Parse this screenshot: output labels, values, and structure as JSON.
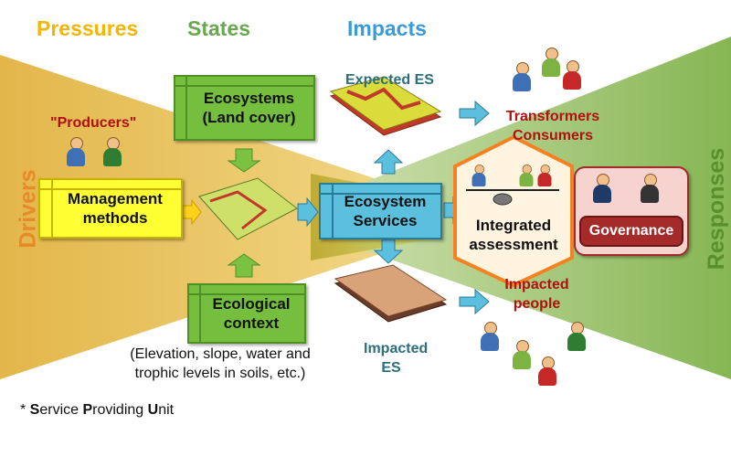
{
  "headers": {
    "pressures": "Pressures",
    "states": "States",
    "impacts": "Impacts",
    "drivers": "Drivers",
    "responses": "Responses"
  },
  "labels": {
    "producers": "\"Producers\"",
    "expected_es": "Expected ES",
    "impacted_es": "Impacted ES",
    "transformers_consumers": "Transformers Consumers",
    "impacted_people": "Impacted people",
    "context_note": "(Elevation, slope, water and trophic levels in soils, etc.)"
  },
  "boxes": {
    "management_methods": "Management methods",
    "ecosystems": "Ecosystems (Land cover)",
    "ecological_context": "Ecological context",
    "ecosystem_services": "Ecosystem Services",
    "integrated_assessment": "Integrated assessment",
    "governance": "Governance"
  },
  "footnote": {
    "prefix": "* ",
    "s": "S",
    "ervice": "ervice ",
    "p": "P",
    "roviding": "roviding ",
    "u": "U",
    "nit": "nit"
  },
  "colors": {
    "pressures": "#f2b705",
    "states": "#6aa84f",
    "impacts": "#3b9bd6",
    "drivers_band": "#e9c46a",
    "responses_band": "#8fbf5a",
    "box_yellow": "#ffff33",
    "box_green": "#76bf3e",
    "box_blue": "#5bc0de",
    "box_orange": "#f58220",
    "governance": "#a52a2a",
    "text_red": "#b01010",
    "text_teal": "#2a6f7a"
  }
}
